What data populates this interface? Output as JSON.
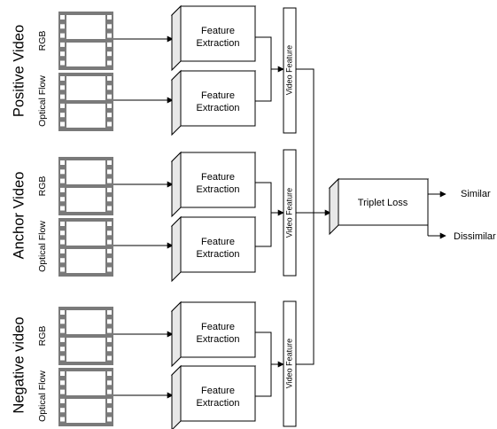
{
  "groups": [
    {
      "label": "Positive Video",
      "streams": [
        "RGB",
        "Optical Flow"
      ],
      "extractor_label": [
        "Feature",
        "Extraction"
      ],
      "feature_label": "Video Feature"
    },
    {
      "label": "Anchor Video",
      "streams": [
        "RGB",
        "Optical Flow"
      ],
      "extractor_label": [
        "Feature",
        "Extraction"
      ],
      "feature_label": "Video Feature"
    },
    {
      "label": "Negative video",
      "streams": [
        "RGB",
        "Optical Flow"
      ],
      "extractor_label": [
        "Feature",
        "Extraction"
      ],
      "feature_label": "Video Feature"
    }
  ],
  "loss": {
    "label": "Triplet Loss"
  },
  "outputs": [
    "Similar",
    "Dissimilar"
  ],
  "colors": {
    "film": "#7a7a7a",
    "stroke": "#000000",
    "box_side": "#e8e8e8"
  },
  "icons": {
    "stream": "film-strip-icon"
  }
}
